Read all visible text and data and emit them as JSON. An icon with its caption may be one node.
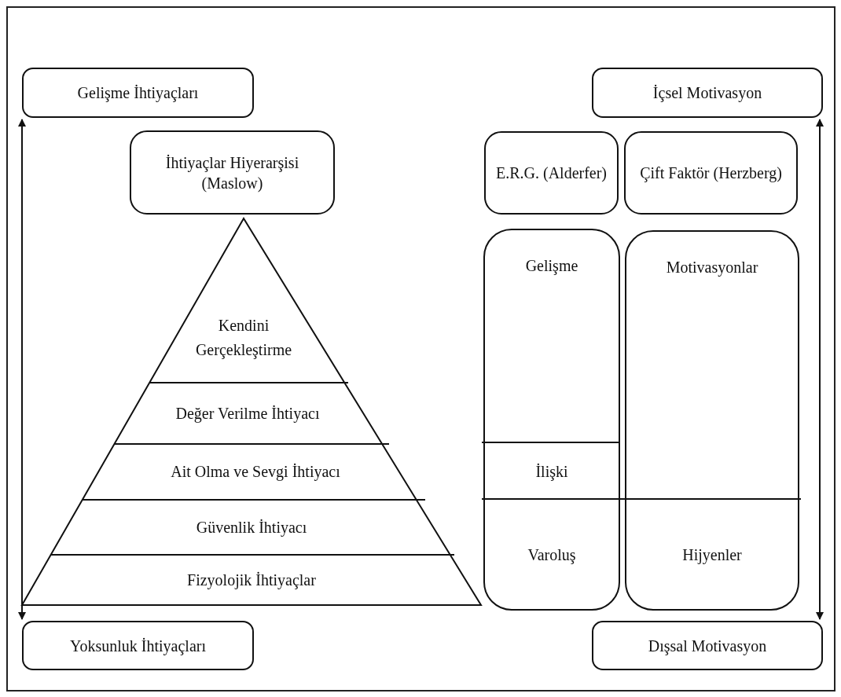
{
  "diagram": {
    "nodes": [
      {
        "text": [
          "Gelişme İhtiyaçları"
        ]
      },
      {
        "text": [
          "İçsel Motivasyon"
        ]
      },
      {
        "text": [
          "İhtiyaçlar Hiyerarşisi (Maslow)"
        ]
      },
      {
        "text": [
          "E.R.G. (Alderfer)"
        ]
      },
      {
        "text": [
          "Çift Faktör (Herzberg)"
        ]
      },
      {
        "text": [
          "Kendini Gerçekleştirme"
        ]
      },
      {
        "text": [
          "Değer Verilme İhtiyacı"
        ]
      },
      {
        "text": [
          "Ait Olma ve Sevgi İhtiyacı"
        ]
      },
      {
        "text": [
          "Güvenlik İhtiyacı"
        ]
      },
      {
        "text": [
          "Fizyolojik İhtiyaçlar"
        ]
      },
      {
        "text": [],
        "shape": "box"
      },
      {
        "text": [
          "Gelişme"
        ],
        "in": 10
      },
      {
        "text": [
          "İlişki"
        ],
        "in": 10
      },
      {
        "text": [
          "Varoluş"
        ],
        "in": 10
      },
      {
        "text": [],
        "shape": "box"
      },
      {
        "text": [
          "Motivasyonlar"
        ],
        "in": 14
      },
      {
        "text": [
          "Hijyenler"
        ],
        "in": 14
      },
      {
        "text": [
          "Yoksunluk İhtiyaçları"
        ]
      },
      {
        "text": [
          "Dışsal Motivasyon"
        ]
      }
    ],
    "edges": [
      {
        "from": 0,
        "to": 17,
        "arrow": "both"
      },
      {
        "from": 1,
        "to": 18,
        "arrow": "both"
      }
    ]
  }
}
